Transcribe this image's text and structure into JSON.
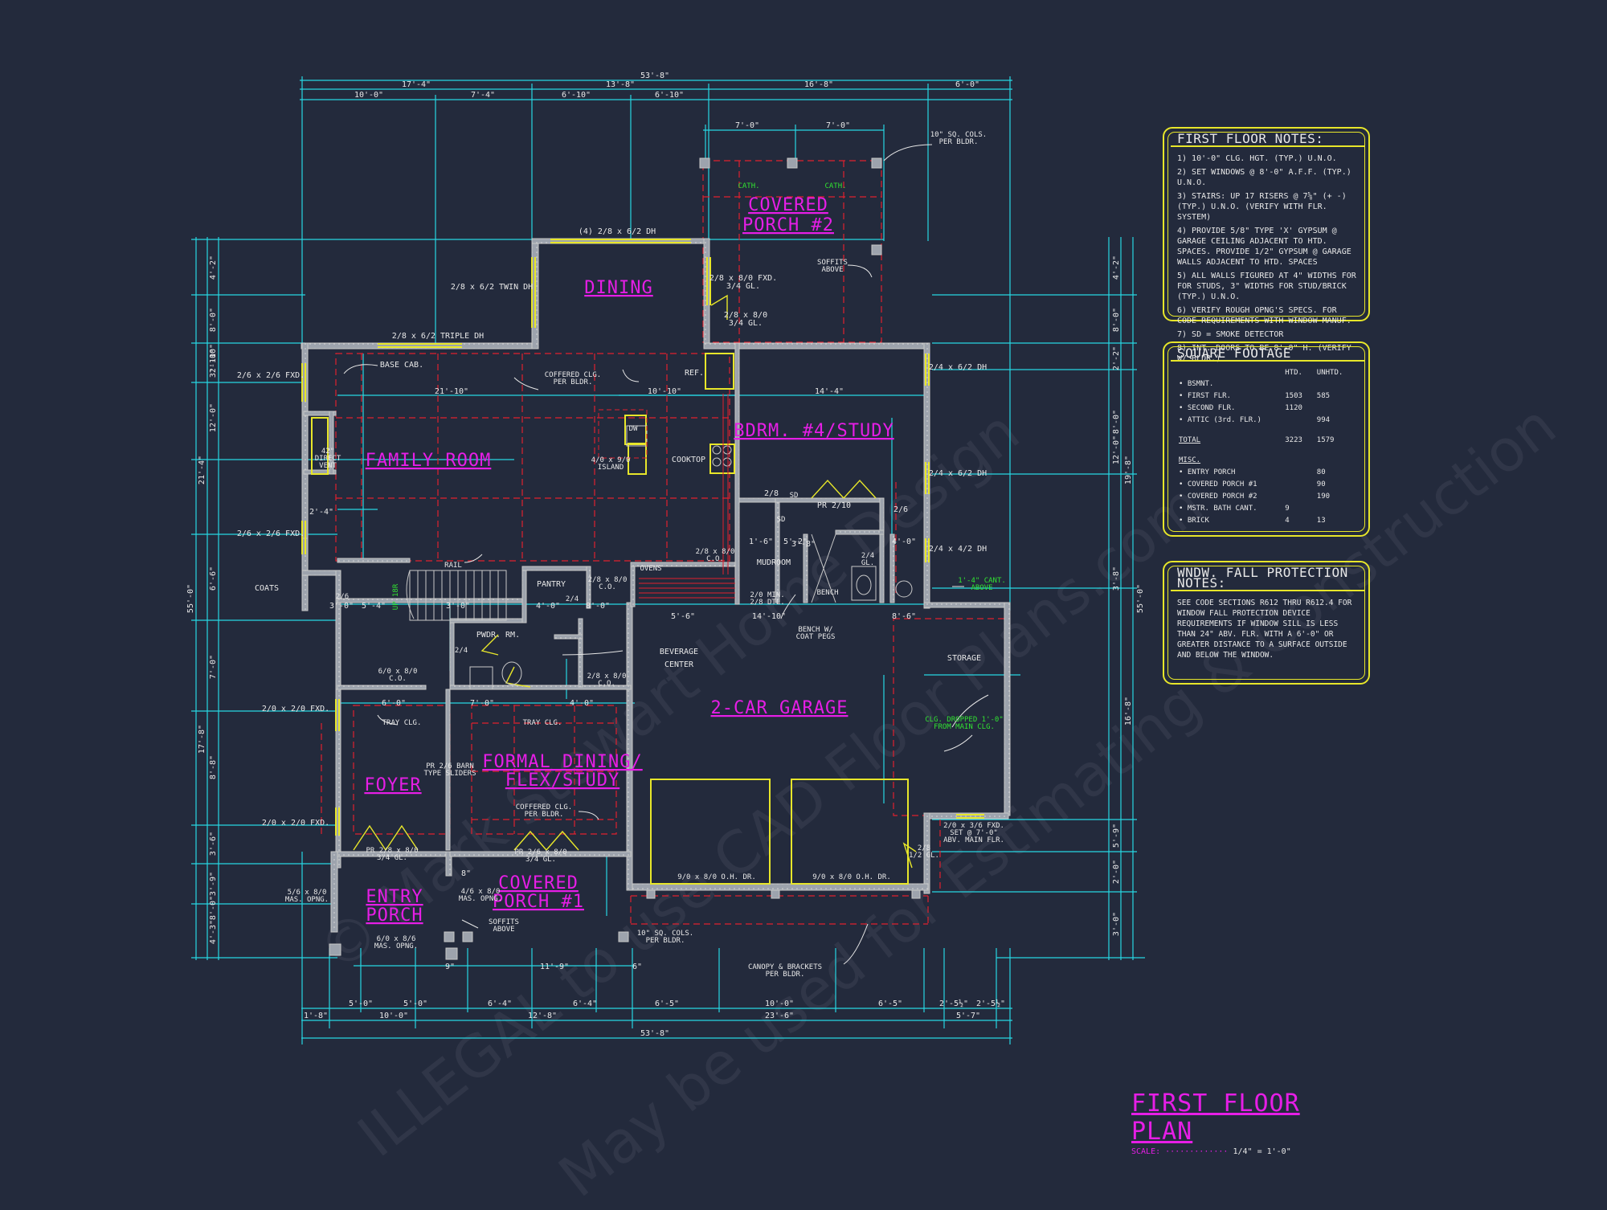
{
  "drawing": {
    "title": "FIRST FLOOR PLAN",
    "scale_label": "SCALE:",
    "scale_value": "1/4\" = 1'-0\"",
    "watermark_1": "© Mark Stewart Home Design",
    "watermark_2": "ILLEGAL to use CAD Floor Plans.com",
    "watermark_3": "May be used for Estimating & Construction"
  },
  "rooms": {
    "covered_porch_2": [
      "COVERED",
      "PORCH #2"
    ],
    "dining": "DINING",
    "family_room": "FAMILY ROOM",
    "bedroom_4": "BDRM. #4/STUDY",
    "mudroom": "MUDROOM",
    "pantry": "PANTRY",
    "powder": "PWDR. RM.",
    "beverage": [
      "BEVERAGE",
      "CENTER"
    ],
    "garage": "2-CAR GARAGE",
    "storage": "STORAGE",
    "foyer": "FOYER",
    "formal_dining": [
      "FORMAL DINING/",
      "FLEX/STUDY"
    ],
    "entry_porch": [
      "ENTRY",
      "PORCH"
    ],
    "covered_porch_1": [
      "COVERED",
      "PORCH #1"
    ],
    "coats": "COATS"
  },
  "labels": {
    "cath_left": "CATH.",
    "cath_right": "CATH.",
    "window_top_dh": "(4) 2/8 x 6/2 DH",
    "twin_dh": "2/8 x 6/2 TWIN DH",
    "triple_dh": "2/8 x 6/2 TRIPLE DH",
    "fxd_dining": [
      "2/8 x 8/0 FXD.",
      "3/4 GL."
    ],
    "door_dining": [
      "2/8 x 8/0",
      "3/4 GL."
    ],
    "soffits_above_top": [
      "SOFFITS",
      "ABOVE"
    ],
    "cols_top": [
      "10\" SQ. COLS.",
      "PER BLDR."
    ],
    "base_cab": "BASE CAB.",
    "coffered_family": [
      "COFFERED CLG.",
      "PER BLDR."
    ],
    "ref": "REF.",
    "dw": "DW",
    "island": [
      "4/0 x 9/0",
      "ISLAND"
    ],
    "cooktop": "COOKTOP",
    "direct_vent": [
      "42\"",
      "DIRECT",
      "VENT"
    ],
    "w_216_fxd_1": "2/6 x 2/6 FXD.",
    "w_216_fxd_2": "2/6 x 2/6 FXD.",
    "w_24dh_1": "2/4 x 6/2 DH",
    "w_24dh_2": "2/4 x 6/2 DH",
    "w_24dh_3": "2/4 x 4/2 DH",
    "bd_door_28": "2/8",
    "sd": "SD",
    "sd2": "SD",
    "pr_210": "PR 2/10",
    "door_26": "2/6",
    "door_28_co": [
      "2/8 x 8/0",
      "C.O."
    ],
    "ovens": "OVENS",
    "rail": "RAIL",
    "door_pantry": [
      "2/8 x 8/0",
      "C.O."
    ],
    "door_24_pantry": "2/4",
    "bench": "BENCH",
    "door_24_mud": [
      "2/4",
      "GL."
    ],
    "min_dtl": [
      "2/0 MIN.",
      "2/8 DTL."
    ],
    "bench_coat": [
      "BENCH W/",
      "COAT PEGS"
    ],
    "cant_above": [
      "1'-4\" CANT.",
      "ABOVE"
    ],
    "door_26_coats": "2/6",
    "up_18r": "UP 18R",
    "door_24_pwdr": "2/4",
    "door_610_co": [
      "6/0 x 8/0",
      "C.O."
    ],
    "door_28_bev": [
      "2/8 x 8/0",
      "C.O."
    ],
    "w_210_fxd_1": "2/0 x 2/0 FXD.",
    "w_210_fxd_2": "2/0 x 2/0 FXD.",
    "tray_clg_1": "TRAY CLG.",
    "tray_clg_2": "TRAY CLG.",
    "barn_sliders": [
      "PR 2/6 BARN",
      "TYPE SLIDERS"
    ],
    "coffered_dining": [
      "COFFERED CLG.",
      "PER BLDR."
    ],
    "pr_foyer": [
      "PR 2/8 x 8/0",
      "3/4 GL."
    ],
    "pr_dining": [
      "PR 2/6 x 8/0",
      "3/4 GL."
    ],
    "clg_dropped": [
      "CLG. DROPPED 1'-0\"",
      "FROM MAIN CLG."
    ],
    "ohd_1": "9/0 x 8/0 O.H. DR.",
    "ohd_2": "9/0 x 8/0 O.H. DR.",
    "w_garage": [
      "2/0 x 3/6 FXD.",
      "SET @ 7'-0\"",
      "ABV. MAIN FLR."
    ],
    "door_28_garage": [
      "2/8",
      "1/2 GL."
    ],
    "mas_opng_1": [
      "5/6 x 8/0",
      "MAS. OPNG."
    ],
    "mas_opng_2": [
      "4/6 x 8/0",
      "MAS. OPNG."
    ],
    "mas_opng_3": [
      "6/0 x 8/6",
      "MAS. OPNG."
    ],
    "soffits_above_bot": [
      "SOFFITS",
      "ABOVE"
    ],
    "cols_bot": [
      "10\" SQ. COLS.",
      "PER BLDR."
    ],
    "canopy": [
      "CANOPY & BRACKETS",
      "PER BLDR."
    ]
  },
  "dimensions": {
    "top_overall": "53'-8\"",
    "top_row2": [
      "17'-4\"",
      "13'-8\"",
      "16'-8\"",
      "6'-0\""
    ],
    "top_row3": [
      "10'-0\"",
      "7'-4\"",
      "6'-10\"",
      "6'-10\""
    ],
    "porch_row": [
      "7'-0\"",
      "7'-0\""
    ],
    "interior": [
      "21'-10\"",
      "10'-10\"",
      "14'-4\"",
      "2'-4\"",
      "3'-0\"",
      "5'-4\"",
      "3'-0\"",
      "4'-0\"",
      "8'-0\"",
      "5'-6\"",
      "14'-10\"",
      "8'-6\"",
      "6'-0\"",
      "7'-0\"",
      "4'-0\"",
      "1'-6\"",
      "5'-2\"",
      "3'-8\"",
      "4'-0\""
    ],
    "left_outer": "55'-0\"",
    "left_mid": [
      "21'-4\"",
      "17'-8\""
    ],
    "left_inner": [
      "4'-2\"",
      "8'-0\"",
      "3'-10\"",
      "2'-10\"",
      "12'-0\"",
      "6'-6\"",
      "7'-0\"",
      "8'-8\"",
      "3'-6\"",
      "3'-9\"",
      "8'-0\"",
      "4'-3\""
    ],
    "right_outer": "55'-0\"",
    "right_mid": [
      "19'-8\"",
      "16'-8\""
    ],
    "right_inner": [
      "4'-2\"",
      "8'-0\"",
      "2'-2\"",
      "8'-0\"",
      "12'-0\"",
      "3'-8\"",
      "5'-9\"",
      "2'-0\"",
      "3'-0\""
    ],
    "bottom_row1": [
      "5'-0\"",
      "5'-0\"",
      "6'-4\"",
      "6'-4\"",
      "6'-5\"",
      "10'-0\"",
      "6'-5\"",
      "2'-5½\"",
      "2'-5½\""
    ],
    "bottom_row2": [
      "1'-8\"",
      "10'-0\"",
      "12'-8\"",
      "23'-6\"",
      "5'-7\""
    ],
    "bottom_overall": "53'-8\"",
    "bottom_misc": [
      "11'-9\"",
      "9\"",
      "6\"",
      "8\""
    ]
  },
  "notes_first_floor": {
    "title": "FIRST FLOOR NOTES:",
    "items": [
      "1) 10'-0\" CLG. HGT. (TYP.) U.N.O.",
      "2) SET WINDOWS @ 8'-0\" A.F.F. (TYP.) U.N.O.",
      "3) STAIRS: UP 17 RISERS @ 7⅝\" (+ -) (TYP.) U.N.O. (VERIFY WITH FLR. SYSTEM)",
      "4) PROVIDE 5/8\" TYPE 'X' GYPSUM @ GARAGE CEILING ADJACENT TO HTD. SPACES. PROVIDE 1/2\" GYPSUM @ GARAGE WALLS ADJACENT TO HTD. SPACES",
      "5) ALL WALLS FIGURED AT 4\" WIDTHS FOR FOR STUDS, 3\" WIDTHS FOR STUD/BRICK (TYP.) U.N.O.",
      "6) VERIFY ROUGH OPNG'S SPECS. FOR CODE REQUIREMENTS WITH WINDOW MANUF.",
      "7) SD = SMOKE DETECTOR",
      "8) INT. DOORS TO BE 8'-0\" H. (VERIFY W/ BLDR.)"
    ]
  },
  "square_footage": {
    "title": "SQUARE FOOTAGE",
    "col_htd": "HTD.",
    "col_unhtd": "UNHTD.",
    "rows": [
      {
        "label": "• BSMNT.",
        "htd": "",
        "unhtd": ""
      },
      {
        "label": "• FIRST FLR.",
        "htd": "1503",
        "unhtd": "585"
      },
      {
        "label": "• SECOND FLR.",
        "htd": "1120",
        "unhtd": ""
      },
      {
        "label": "• ATTIC (3rd. FLR.)",
        "htd": "",
        "unhtd": "994"
      }
    ],
    "total_label": "TOTAL",
    "total_htd": "3223",
    "total_unhtd": "1579",
    "misc_label": "MISC.",
    "misc_rows": [
      {
        "label": "• ENTRY PORCH",
        "htd": "",
        "unhtd": "80"
      },
      {
        "label": "• COVERED PORCH #1",
        "htd": "",
        "unhtd": "90"
      },
      {
        "label": "• COVERED PORCH #2",
        "htd": "",
        "unhtd": "190"
      },
      {
        "label": "• MSTR. BATH CANT.",
        "htd": "9",
        "unhtd": ""
      },
      {
        "label": "• BRICK",
        "htd": "4",
        "unhtd": "13"
      }
    ]
  },
  "fall_protection": {
    "title": "WNDW. FALL PROTECTION NOTES:",
    "text": "SEE CODE SECTIONS R612 THRU R612.4 FOR WINDOW FALL PROTECTION DEVICE REQUIREMENTS IF WINDOW SILL IS LESS THAN 24\" ABV. FLR. WITH A 6'-0\" OR GREATER DISTANCE TO A SURFACE OUTSIDE AND BELOW THE WINDOW."
  },
  "colors": {
    "background": "#232a3c",
    "wall": "#c8c8c8",
    "dimension": "#27d7e3",
    "room_label": "#e61ee6",
    "window": "#e7e62a",
    "hidden_line": "#e0202e",
    "green_note": "#31e331"
  }
}
